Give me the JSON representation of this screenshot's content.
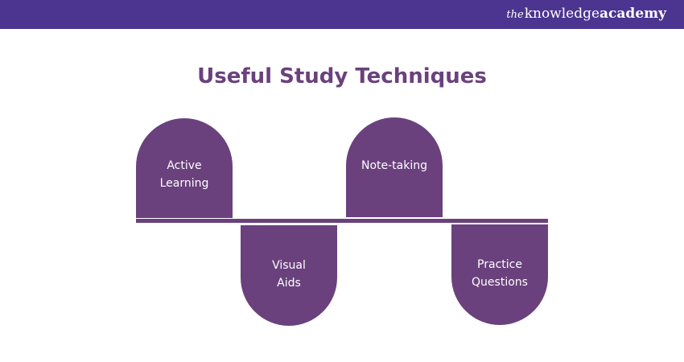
{
  "header": {
    "brand_prefix": "the",
    "brand_main": "knowledge",
    "brand_bold": "academy",
    "bar_color": "#4b3590"
  },
  "title": "Useful Study Techniques",
  "accent_color": "#6a417d",
  "techniques": [
    {
      "line1": "Active",
      "line2": "Learning",
      "position": "above"
    },
    {
      "line1": "Visual",
      "line2": "Aids",
      "position": "below"
    },
    {
      "line1": "Note-taking",
      "line2": "",
      "position": "above"
    },
    {
      "line1": "Practice",
      "line2": "Questions",
      "position": "below"
    }
  ]
}
